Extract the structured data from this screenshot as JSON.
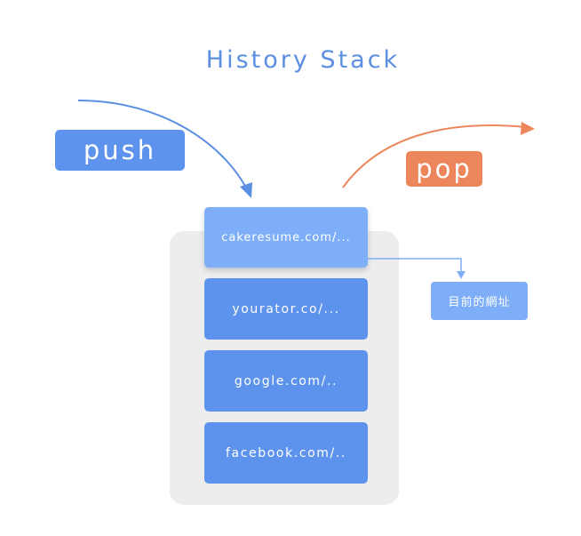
{
  "title": "History Stack",
  "push_label": "push",
  "pop_label": "pop",
  "stack": [
    "cakeresume.com/...",
    "yourator.co/...",
    "google.com/..",
    "facebook.com/.."
  ],
  "current_note": "目前的網址",
  "colors": {
    "blue": "#5d93ec",
    "light_blue": "#7eaef7",
    "orange": "#ee865b",
    "stack_background": "#ededed"
  }
}
